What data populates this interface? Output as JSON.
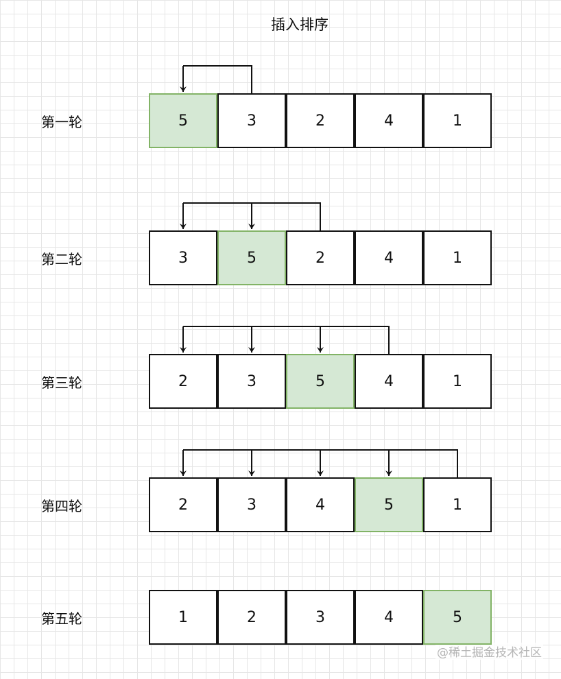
{
  "title": "插入排序",
  "rounds": [
    {
      "label": "第一轮",
      "values": [
        "5",
        "3",
        "2",
        "4",
        "1"
      ],
      "highlight": 0,
      "arrow_source": 1,
      "arrow_targets": [
        0
      ]
    },
    {
      "label": "第二轮",
      "values": [
        "3",
        "5",
        "2",
        "4",
        "1"
      ],
      "highlight": 1,
      "arrow_source": 2,
      "arrow_targets": [
        0,
        1
      ]
    },
    {
      "label": "第三轮",
      "values": [
        "2",
        "3",
        "5",
        "4",
        "1"
      ],
      "highlight": 2,
      "arrow_source": 3,
      "arrow_targets": [
        0,
        1,
        2
      ]
    },
    {
      "label": "第四轮",
      "values": [
        "2",
        "3",
        "4",
        "5",
        "1"
      ],
      "highlight": 3,
      "arrow_source": 4,
      "arrow_targets": [
        0,
        1,
        2,
        3
      ]
    },
    {
      "label": "第五轮",
      "values": [
        "1",
        "2",
        "3",
        "4",
        "5"
      ],
      "highlight": 4,
      "arrow_source": null,
      "arrow_targets": []
    }
  ],
  "watermark": "@稀土掘金技术社区",
  "colors": {
    "highlight_fill": "#d5e8d4",
    "highlight_stroke": "#82b366",
    "stroke": "#111111"
  }
}
